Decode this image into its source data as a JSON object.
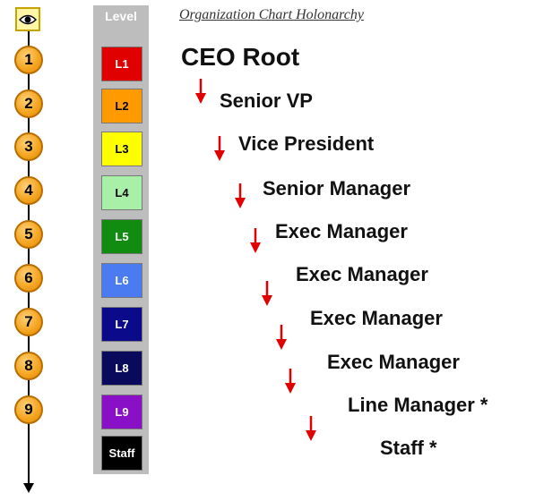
{
  "title": "Organization Chart Holonarchy",
  "eye_icon": "eye-icon",
  "steps": [
    "1",
    "2",
    "3",
    "4",
    "5",
    "6",
    "7",
    "8",
    "9"
  ],
  "level_header": "Level",
  "levels": [
    {
      "label": "L1",
      "bg": "#e00000",
      "fg": "#ffffff"
    },
    {
      "label": "L2",
      "bg": "#ff9a00",
      "fg": "#000000"
    },
    {
      "label": "L3",
      "bg": "#ffff00",
      "fg": "#000000"
    },
    {
      "label": "L4",
      "bg": "#a8f0a8",
      "fg": "#000000"
    },
    {
      "label": "L5",
      "bg": "#118c11",
      "fg": "#ffffff"
    },
    {
      "label": "L6",
      "bg": "#4a7bf0",
      "fg": "#ffffff"
    },
    {
      "label": "L7",
      "bg": "#0a0a8a",
      "fg": "#ffffff"
    },
    {
      "label": "L8",
      "bg": "#0a0a5c",
      "fg": "#ffffff"
    },
    {
      "label": "L9",
      "bg": "#8a10c8",
      "fg": "#ffffff"
    },
    {
      "label": "Staff",
      "bg": "#000000",
      "fg": "#ffffff"
    }
  ],
  "entries": [
    "CEO Root",
    "Senior VP",
    "Vice President",
    "Senior Manager",
    "Exec Manager",
    "Exec Manager",
    "Exec Manager",
    "Exec Manager",
    "Line Manager *",
    "Staff *"
  ],
  "arrow_color": "#e00000"
}
